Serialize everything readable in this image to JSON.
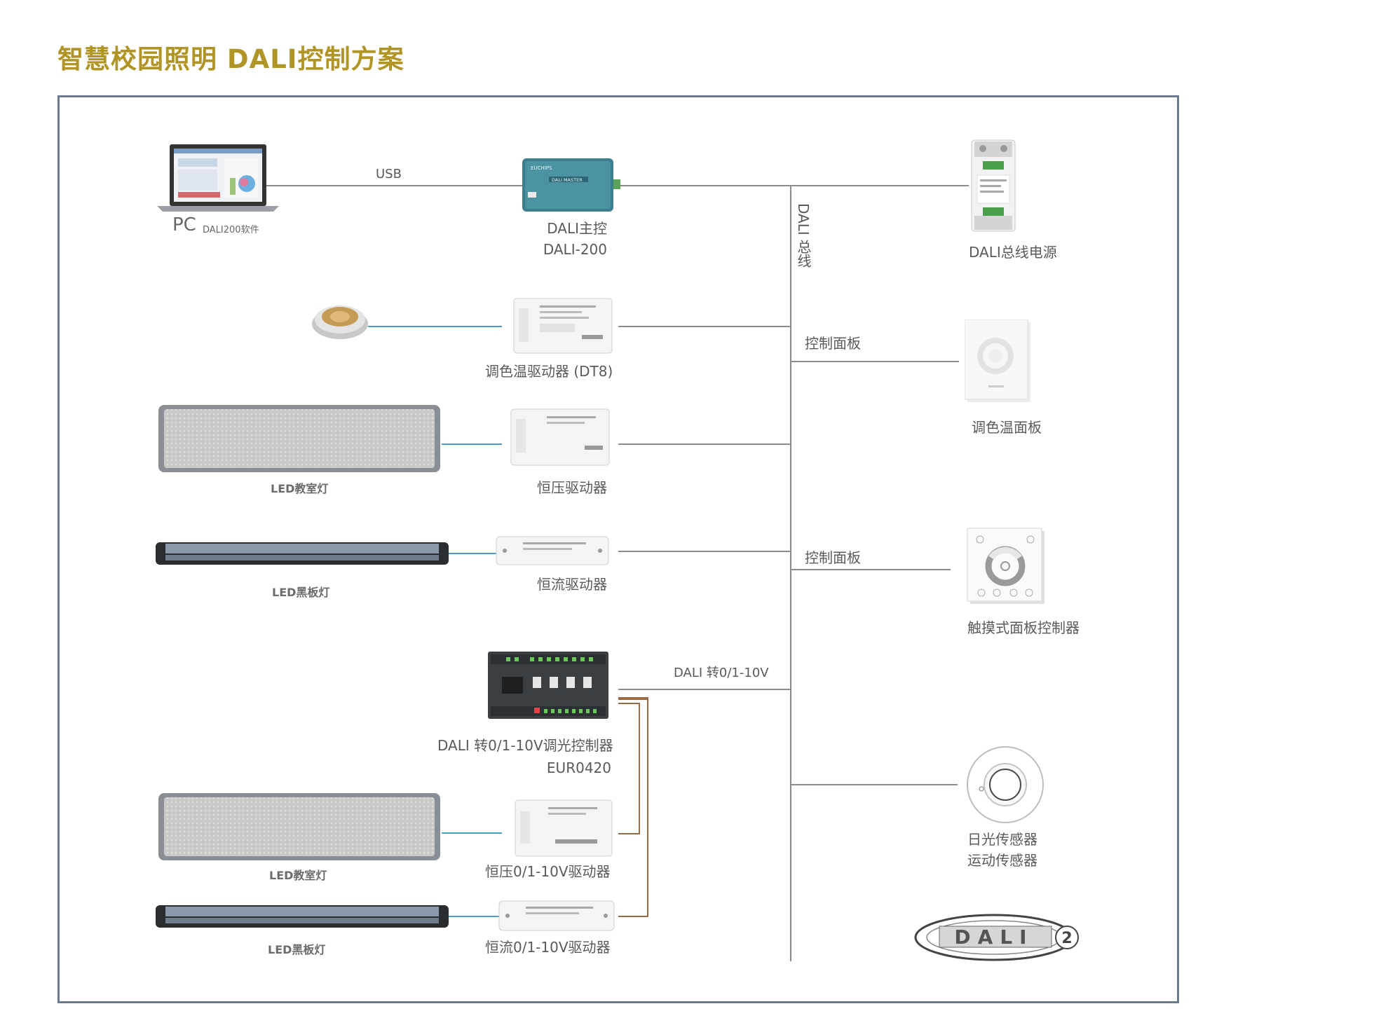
{
  "title": "智慧校园照明 DALI控制方案",
  "pc": {
    "label": "PC",
    "software": "DALI200软件"
  },
  "usb": "USB",
  "master": {
    "name": "DALI主控",
    "model": "DALI-200",
    "device_text": "DALI MASTER",
    "brand": "EUCHIPS"
  },
  "bus": {
    "label": "DALI 总线"
  },
  "bus_power": {
    "label": "DALI总线电源"
  },
  "panel_link_1": "控制面板",
  "panel_link_2": "控制面板",
  "cct_panel": {
    "label": "调色温面板"
  },
  "touch_panel": {
    "label": "触摸式面板控制器"
  },
  "sensors": {
    "line1": "日光传感器",
    "line2": "运动传感器"
  },
  "dali_logo": {
    "text": "DALI",
    "version": "2"
  },
  "drivers": {
    "dt8": "调色温驱动器 (DT8)",
    "cv": "恒压驱动器",
    "cc": "恒流驱动器",
    "cv_010": "恒压0/1-10V驱动器",
    "cc_010": "恒流0/1-10V驱动器"
  },
  "converter": {
    "link": "DALI 转0/1-10V",
    "name": "DALI 转0/1-10V调光控制器",
    "model": "EUR0420"
  },
  "lamps": {
    "classroom_1": "LED教室灯",
    "blackboard_1": "LED黑板灯",
    "classroom_2": "LED教室灯",
    "blackboard_2": "LED黑板灯"
  },
  "colors": {
    "title": "#b09526",
    "frame": "#6c7a8e",
    "wire": "#8a8a8a",
    "wire_blue": "#4a9bc8",
    "wire_brown": "#9a6a44"
  }
}
